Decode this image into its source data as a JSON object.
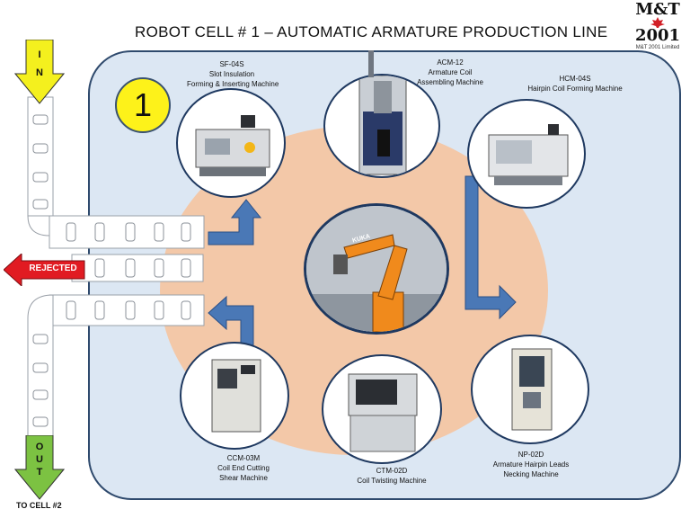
{
  "title": "ROBOT CELL # 1 – AUTOMATIC  ARMATURE  PRODUCTION  LINE",
  "logo": {
    "line1": "M&T",
    "line2": "2001",
    "line3": "M&T 2001 Limited"
  },
  "cell_number": "1",
  "in_arrow": {
    "letters": [
      "I",
      "N"
    ]
  },
  "out_arrow": {
    "letters": [
      "O",
      "U",
      "T"
    ],
    "destination": "TO CELL #2"
  },
  "rejected_label": "REJECTED",
  "machines": [
    {
      "model": "SF-04S",
      "line1": "Slot Insulation",
      "line2": "Forming & Inserting Machine"
    },
    {
      "model": "ACM-12",
      "line1": "Armature Coil",
      "line2": "Assembling Machine"
    },
    {
      "model": "HCM-04S",
      "line1": "Hairpin Coil Forming Machine",
      "line2": ""
    },
    {
      "model": "NP-02D",
      "line1": "Armature Hairpin Leads",
      "line2": "Necking Machine"
    },
    {
      "model": "CTM-02D",
      "line1": "Coil Twisting Machine",
      "line2": ""
    },
    {
      "model": "CCM-03M",
      "line1": "Coil End Cutting",
      "line2": "Shear Machine"
    }
  ],
  "robot_label": "KUKA",
  "colors": {
    "cell_bg": "#dce7f3",
    "floor": "#f3c8a8",
    "badge": "#fdf21a",
    "in_arrow": "#f4f01e",
    "out_arrow": "#7cc242",
    "rejected_arrow": "#e11b22",
    "flow_arrow": "#4a78b6",
    "robot": "#f08a1c"
  }
}
